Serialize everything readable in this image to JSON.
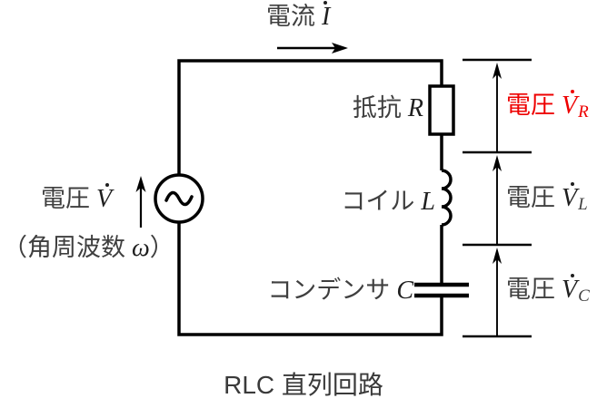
{
  "colors": {
    "wire": "#000000",
    "label_text": "#3f3f3f",
    "math_text": "#1f1f1f",
    "vr_red": "#ee0000"
  },
  "current": {
    "label": "電流",
    "symbol": "I"
  },
  "source": {
    "label": "電圧",
    "symbol": "V",
    "angular_prefix": "（角周波数",
    "angular_symbol": "ω",
    "angular_suffix": "）"
  },
  "components": {
    "resistor": {
      "label": "抵抗",
      "symbol": "R"
    },
    "inductor": {
      "label": "コイル",
      "symbol": "L"
    },
    "capacitor": {
      "label": "コンデンサ",
      "symbol": "C"
    }
  },
  "voltages": {
    "vr": {
      "label": "電圧",
      "symbol": "V",
      "sub": "R"
    },
    "vl": {
      "label": "電圧",
      "symbol": "V",
      "sub": "L"
    },
    "vc": {
      "label": "電圧",
      "symbol": "V",
      "sub": "C"
    }
  },
  "title": "RLC 直列回路"
}
